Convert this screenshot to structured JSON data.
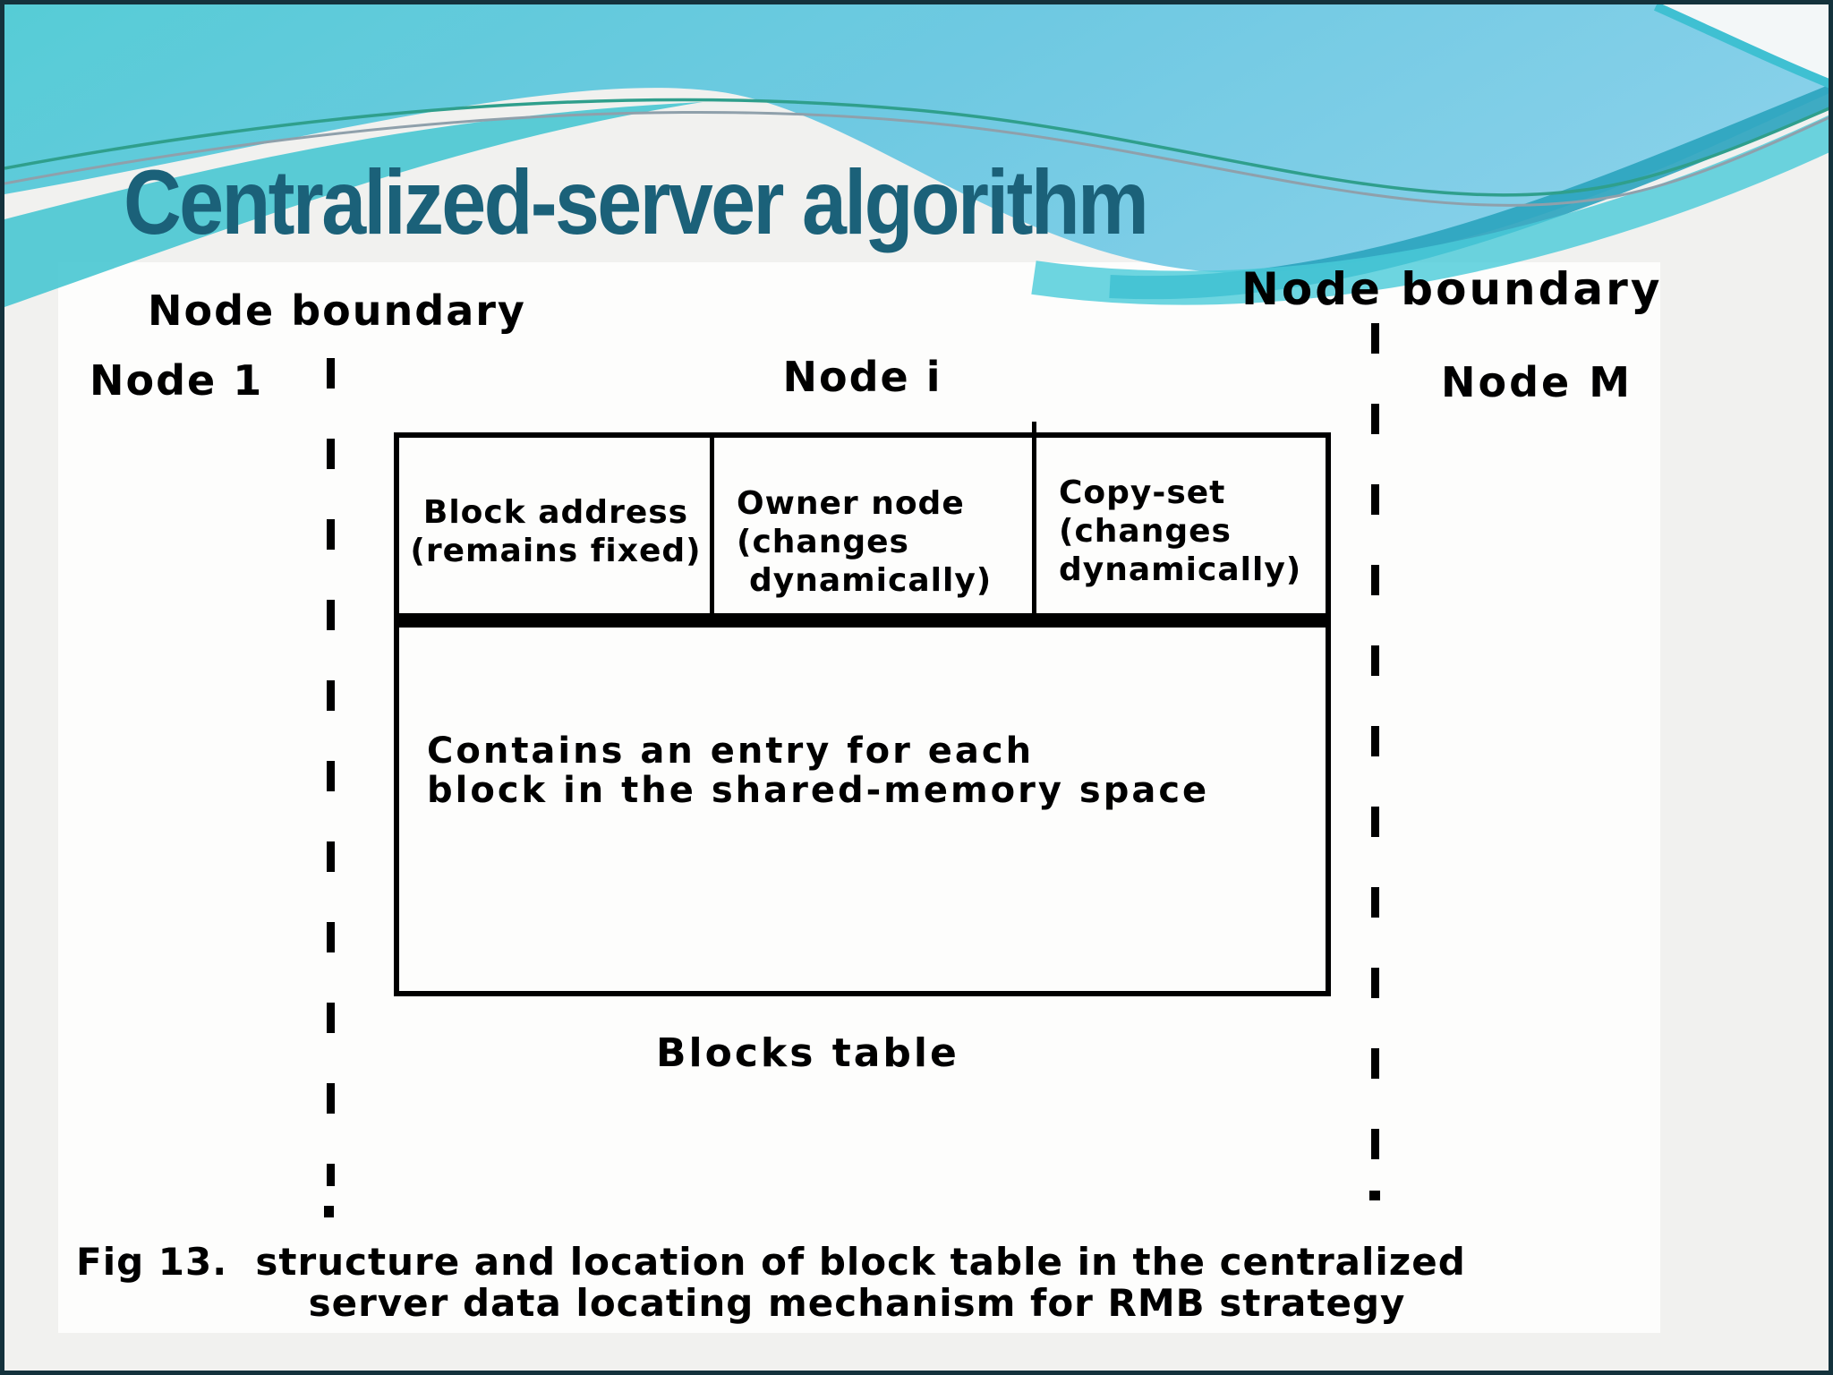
{
  "title": {
    "text": "Centralized-server algorithm",
    "color": "#1b6179"
  },
  "theme": {
    "sky_left": "#56ccd6",
    "sky_right": "#86d0e9",
    "band_turquoise": "#4cc8d3",
    "ribbon_teal": "#2aa3be",
    "thin_line_green": "#2f9f8c",
    "thin_line_gray": "#8fa0ab",
    "slide_background": "#f1f1ef",
    "panel_background": "#fdfdfc",
    "ink": "#000000",
    "slide_border": "#14323c"
  },
  "diagram": {
    "node_boundary_left": "Node boundary",
    "node_boundary_right": "Node boundary",
    "node_1": "Node 1",
    "node_i": "Node i",
    "node_m": "Node M",
    "table": {
      "col1_line1": "Block address",
      "col1_line2": "(remains fixed)",
      "col2_line1": "Owner node",
      "col2_line2": "(changes",
      "col2_line3": "dynamically)",
      "col3_line1": "Copy-set",
      "col3_line2": "(changes",
      "col3_line3": "dynamically)",
      "body_line1": "Contains an entry for each",
      "body_line2": "block in the shared-memory space"
    },
    "blocks_table_label": "Blocks table",
    "caption_line1": "Fig 13.  structure and location of block table in the centralized",
    "caption_line2": "server data locating mechanism for RMB strategy"
  }
}
